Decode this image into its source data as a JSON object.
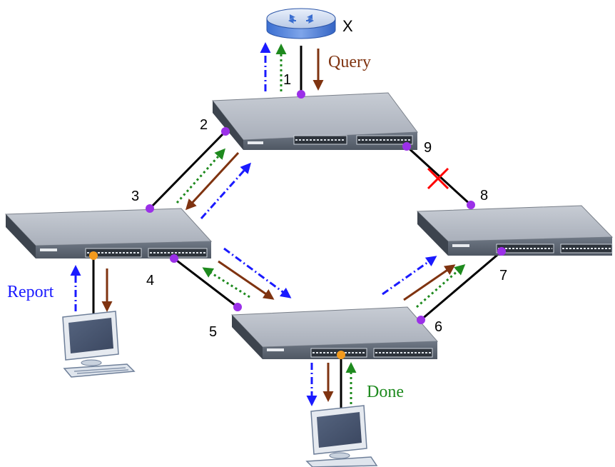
{
  "router": {
    "label": "X"
  },
  "port_labels": [
    "1",
    "2",
    "3",
    "4",
    "5",
    "6",
    "7",
    "8",
    "9"
  ],
  "messages": {
    "query": "Query",
    "report": "Report",
    "done": "Done"
  },
  "colors": {
    "query": "#7f3310",
    "report": "#1a1aff",
    "done": "#1e8a1e",
    "port": "#9b30e8",
    "host_port": "#f39a1d",
    "blocked": "#ff0000",
    "link": "#000000"
  },
  "icons": {
    "router": "router-icon",
    "switch": "switch-icon",
    "computer": "computer-icon",
    "blocked_link": "x-mark-icon"
  }
}
